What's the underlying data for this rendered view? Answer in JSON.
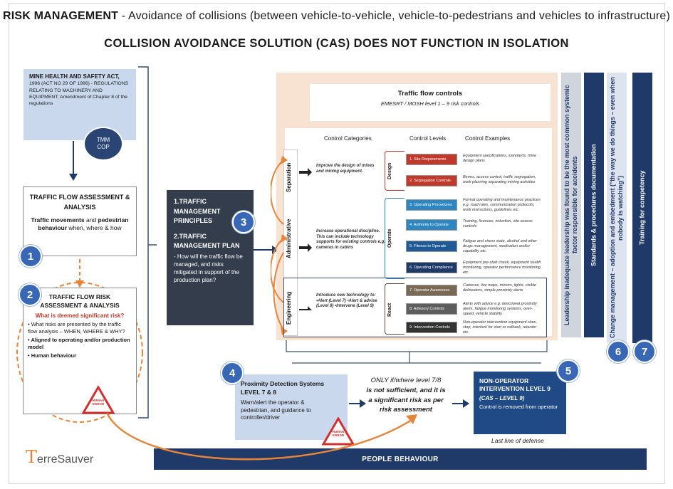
{
  "header": {
    "title_bold": "RISK MANAGEMENT",
    "title_rest": " - Avoidance of collisions (between vehicle-to-vehicle, vehicle-to-pedestrians and vehicles to infrastructure)",
    "subtitle": "COLLISION AVOIDANCE SOLUTION (CAS) DOES NOT FUNCTION IN ISOLATION"
  },
  "mhsa": {
    "title": "MINE HEALTH AND SAFETY ACT,",
    "body": "1996 (ACT NO 29 OF 1996) - REGULATIONS RELATING TO MACHINERY AND EQUIPMENT; Amendment of Chapter 8 of the regulations",
    "badge": "TMM COP"
  },
  "box1": {
    "number": "1",
    "title": "TRAFFIC FLOW ASSESSMENT & ANALYSIS",
    "body_a": "Traffic movements",
    "body_b": " and ",
    "body_c": "pedestrian behaviour",
    "body_d": " when, where & how"
  },
  "box2": {
    "number": "2",
    "title": "TRAFFIC FLOW RISK ASSESSMENT & ANALYSIS",
    "question": "What is deemed significant risk?",
    "bullets": [
      "What risks are presented by the traffic flow analysis – WHEN, WHERE & WHY?",
      "Aligned to operating and/or production model",
      "Human behaviour"
    ],
    "sign": "HUMAN ERROR"
  },
  "box3": {
    "number": "3",
    "item1": "1.TRAFFIC MANAGEMENT PRINCIPLES",
    "item2": "2.TRAFFIC MANAGEMENT PLAN",
    "item2_body": "- How will the traffic flow be managed, and risks mitigated in support of the production plan?"
  },
  "controls": {
    "title": "Traffic flow controls",
    "subtitle": "EMESRT / MOSH level 1 – 9 risk controls",
    "col_categories": "Control Categories",
    "col_levels": "Control Levels",
    "col_examples": "Control Examples",
    "categories": [
      "Separation",
      "Administrative",
      "Engineering"
    ],
    "groups": [
      "Design",
      "Operate",
      "React"
    ],
    "design_text": "Improve the design of mines and mining equipment.",
    "operate_text": "Increase operational discipline. This can include technology supports for existing controls e.g. cameras in cabins",
    "react_text": "Introduce new technology to: •Alert (Level 7) •Alert & advise (Level 8) •Intervene (Level 9)",
    "levels": [
      {
        "label": "1. Site Requirements",
        "example": "Equipment specifications, standards, mine design plans"
      },
      {
        "label": "2. Segregation Controls",
        "example": "Berms, access control, traffic segregation, work planning separating mining activities"
      },
      {
        "label": "3. Operating Procedures",
        "example": "Formal operating and maintenance practices e.g. road rules, communication protocols, work instructions, guidelines etc."
      },
      {
        "label": "4. Authority to Operate",
        "example": "Training, licences, induction, site access controls"
      },
      {
        "label": "5. Fitness to Operate",
        "example": "Fatigue and stress state, alcohol and other drugs management, medication and/or capability etc."
      },
      {
        "label": "6. Operating Compliance",
        "example": "Equipment pre-start check, equipment health monitoring, operator performance monitoring etc."
      },
      {
        "label": "7. Operator Awareness",
        "example": "Cameras, live maps, mirrors, lights, visible delineators, simple proximity alerts"
      },
      {
        "label": "8. Advisory Controls",
        "example": "Alerts with advice e.g. directional proximity alerts, fatigue monitoring systems, over-speed, vehicle stability"
      },
      {
        "label": "9. Intervention Controls",
        "example": "Non-operator intervention equipment slow-stop, interlock for start or rollback, retarder etc."
      }
    ]
  },
  "bars": [
    "Leadership inadequate leadership was found to be the most common systemic factor responsible for accidents",
    "Standards & procedures documentation",
    "Change management – adoption and embedment (\"the way we do things – even when nobody is watching\")",
    "Training for competency"
  ],
  "bar_numbers": [
    "6",
    "7"
  ],
  "box4": {
    "number": "4",
    "title": "Proximity Detection Systems LEVEL 7 & 8",
    "body": "Warn/alert the operator & pedestrian, and guidance to controller/driver",
    "sign": "HUMAN ERROR"
  },
  "middle_text": {
    "line1": "ONLY if/where level 7/8",
    "line2a": "is not",
    "line2b": " sufficient, and it is",
    "line3": "a significant risk as per",
    "line4": "risk assessment"
  },
  "box5": {
    "number": "5",
    "title": "NON-OPERATOR INTERVENTION LEVEL 9",
    "subtitle": "(CAS – LEVEL 9)",
    "body": "Control is removed from operator",
    "caption": "Last line of defense"
  },
  "footer": {
    "bar_label": "PEOPLE BEHAVIOUR",
    "logo_text": "erreSauver",
    "logo_initial": "T"
  },
  "colors": {
    "navy": "#1f3a68",
    "accent_blue": "#3867b5",
    "orange": "#e8843a",
    "separation": "#c0392b",
    "operate": "#2e86c1",
    "react": "#5b4a3f"
  }
}
